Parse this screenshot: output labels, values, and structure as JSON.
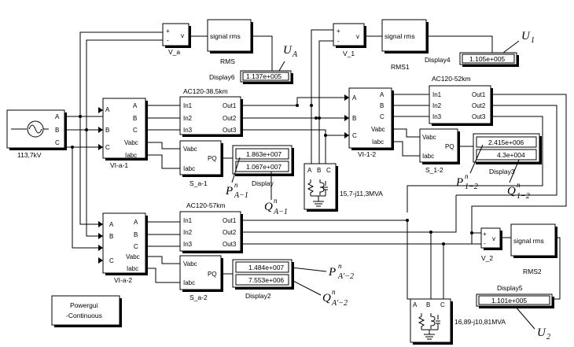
{
  "source": {
    "label": "113,7kV",
    "ports": [
      "A",
      "B",
      "C"
    ]
  },
  "voltmeters": {
    "va": {
      "label": "V_a",
      "in_plus": "+",
      "in_minus": "-",
      "out": "v"
    },
    "v1": {
      "label": "V_1",
      "in_plus": "+",
      "in_minus": "-",
      "out": "v"
    },
    "v2": {
      "label": "V_2",
      "in_plus": "+",
      "in_minus": "-",
      "out": "v"
    }
  },
  "rms": {
    "rms": {
      "text": "signal rms",
      "label": "RMS"
    },
    "rms1": {
      "text": "signal rms",
      "label": "RMS1"
    },
    "rms2": {
      "text": "signal rms",
      "label": "RMS2"
    }
  },
  "displays": {
    "display6": {
      "label": "Display6",
      "values": [
        "1.137e+005"
      ]
    },
    "display4": {
      "label": "Display4",
      "values": [
        "1.105e+005"
      ]
    },
    "display": {
      "label": "Display",
      "values": [
        "1.863e+007",
        "1.067e+007"
      ]
    },
    "display3": {
      "label": "Display3",
      "values": [
        "2.415e+006",
        "4.3e+004"
      ]
    },
    "display2": {
      "label": "Display2",
      "values": [
        "1.484e+007",
        "7.553e+006"
      ]
    },
    "display5": {
      "label": "Display5",
      "values": [
        "1.101e+005"
      ]
    }
  },
  "measurements": {
    "via1": {
      "label": "VI-a-1",
      "in": [
        "A",
        "B",
        "C"
      ],
      "out": [
        "A",
        "B",
        "C",
        "Vabc",
        "Iabc"
      ]
    },
    "via2": {
      "label": "VI-a-2",
      "in": [
        "A",
        "B",
        "C"
      ],
      "out": [
        "A",
        "B",
        "C",
        "Vabc",
        "Iabc"
      ]
    },
    "vi12": {
      "label": "VI-1-2",
      "in": [
        "A",
        "B",
        "C"
      ],
      "out": [
        "A",
        "B",
        "C",
        "Vabc",
        "Iabc"
      ]
    }
  },
  "lines": {
    "l1": {
      "label": "AC120-38,5km",
      "in": [
        "In1",
        "In2",
        "In3"
      ],
      "out": [
        "Out1",
        "Out2",
        "Out3"
      ]
    },
    "l2": {
      "label": "AC120-52km",
      "in": [
        "In1",
        "In2",
        "In3"
      ],
      "out": [
        "Out1",
        "Out2",
        "Out3"
      ]
    },
    "l3": {
      "label": "AC120-57km",
      "in": [
        "In1",
        "In2",
        "In3"
      ],
      "out": [
        "Out1",
        "Out2",
        "Out3"
      ]
    }
  },
  "power": {
    "sa1": {
      "label": "S_a-1",
      "in": [
        "Vabc",
        "Iabc"
      ],
      "out": "PQ"
    },
    "s12": {
      "label": "S_1-2",
      "in": [
        "Vabc",
        "Iabc"
      ],
      "out": "PQ"
    },
    "sa2": {
      "label": "S_a-2",
      "in": [
        "Vabc",
        "Iabc"
      ],
      "out": "PQ"
    }
  },
  "loads": {
    "load1": {
      "label": "15,7-j11,3MVA",
      "ports": [
        "A",
        "B",
        "C"
      ]
    },
    "load2": {
      "label": "16,89-j10,81MVA",
      "ports": [
        "A",
        "B",
        "C"
      ]
    }
  },
  "powergui": {
    "line1": "Powergui",
    "line2": "-Continuous"
  },
  "annotations": {
    "ua": {
      "main": "U",
      "sub": "A",
      "sup": ""
    },
    "u1": {
      "main": "U",
      "sub": "1",
      "sup": ""
    },
    "u2": {
      "main": "U",
      "sub": "2",
      "sup": ""
    },
    "pa1": {
      "main": "P",
      "sub": "A−1",
      "sup": "n"
    },
    "qa1": {
      "main": "Q",
      "sub": "A−1",
      "sup": "n"
    },
    "p12": {
      "main": "P",
      "sub": "1−2",
      "sup": "n"
    },
    "q12": {
      "main": "Q",
      "sub": "1−2",
      "sup": "n"
    },
    "pa2": {
      "main": "P",
      "sub": "A′−2",
      "sup": "n"
    },
    "qa2": {
      "main": "Q",
      "sub": "A′−2",
      "sup": "n"
    }
  }
}
